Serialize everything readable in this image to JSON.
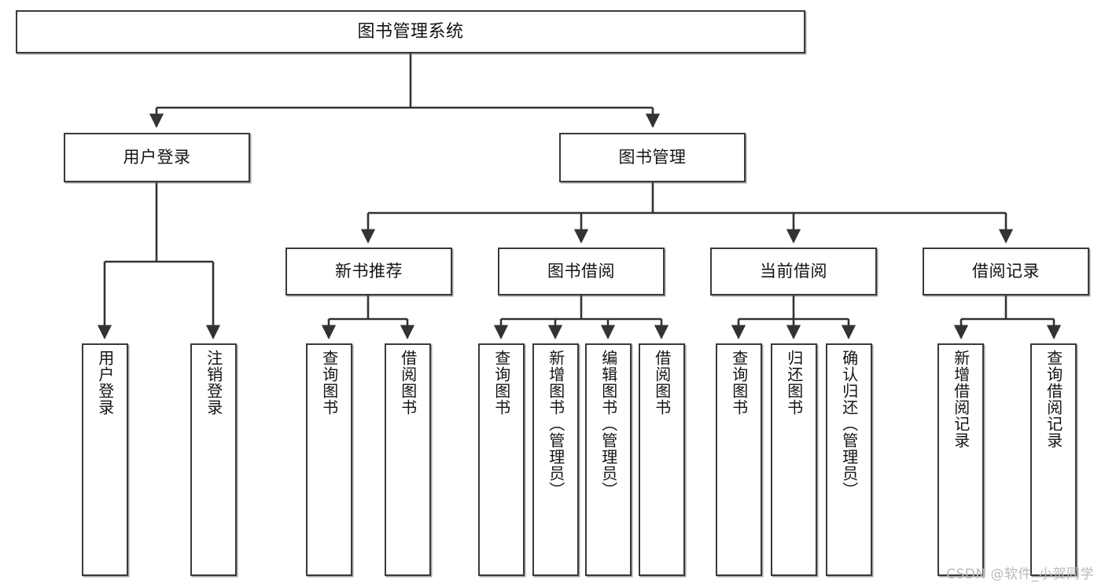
{
  "diagram": {
    "title": "图书管理系统",
    "watermark": "CSDN @软件_小贺同学",
    "colors": {
      "box_border": "#3a3a3a",
      "box_fill": "#ffffff",
      "connector": "#333333",
      "text": "#141414",
      "watermark": "#b9b9b9"
    },
    "nodes": {
      "root": {
        "label": "图书管理系统"
      },
      "level2": [
        {
          "id": "user-login",
          "label": "用户登录"
        },
        {
          "id": "book-management",
          "label": "图书管理"
        }
      ],
      "level3": [
        {
          "id": "new-book-recommend",
          "label": "新书推荐"
        },
        {
          "id": "book-borrow",
          "label": "图书借阅"
        },
        {
          "id": "current-borrow",
          "label": "当前借阅"
        },
        {
          "id": "borrow-record",
          "label": "借阅记录"
        }
      ],
      "leaves": {
        "user-login": [
          {
            "id": "leaf-user-login",
            "label": "用户登录"
          },
          {
            "id": "leaf-logout",
            "label": "注销登录"
          }
        ],
        "new-book-recommend": [
          {
            "id": "leaf-query-book-1",
            "label": "查询图书"
          },
          {
            "id": "leaf-borrow-book-1",
            "label": "借阅图书"
          }
        ],
        "book-borrow": [
          {
            "id": "leaf-query-book-2",
            "label": "查询图书"
          },
          {
            "id": "leaf-add-book",
            "label": "新增图书（管理员）"
          },
          {
            "id": "leaf-edit-book",
            "label": "编辑图书（管理员）"
          },
          {
            "id": "leaf-borrow-book-2",
            "label": "借阅图书"
          }
        ],
        "current-borrow": [
          {
            "id": "leaf-query-book-3",
            "label": "查询图书"
          },
          {
            "id": "leaf-return-book",
            "label": "归还图书"
          },
          {
            "id": "leaf-confirm-return",
            "label": "确认归还（管理员）"
          }
        ],
        "borrow-record": [
          {
            "id": "leaf-add-record",
            "label": "新增借阅记录"
          },
          {
            "id": "leaf-query-record",
            "label": "查询借阅记录"
          }
        ]
      }
    }
  }
}
